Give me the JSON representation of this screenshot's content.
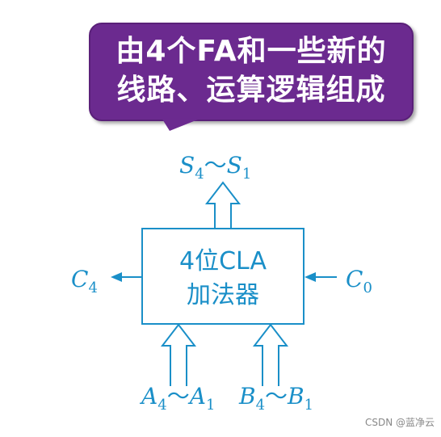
{
  "callout": {
    "line1": "由4个FA和一些新的",
    "line2": "线路、运算逻辑组成"
  },
  "block": {
    "line1": "4位CLA",
    "line2": "加法器"
  },
  "labels": {
    "sum_output": {
      "S": "S",
      "sub_hi": "4",
      "tilde": "～",
      "S2": "S",
      "sub_lo": "1"
    },
    "carry_out": {
      "C": "C",
      "sub": "4"
    },
    "carry_in": {
      "C": "C",
      "sub": "0"
    },
    "a_input": {
      "A": "A",
      "sub_hi": "4",
      "tilde": "～",
      "A2": "A",
      "sub_lo": "1"
    },
    "b_input": {
      "B": "B",
      "sub_hi": "4",
      "tilde": "～",
      "B2": "B",
      "sub_lo": "1"
    }
  },
  "watermark": "CSDN @蓝净云",
  "colors": {
    "diagram": "#1a8fc8",
    "callout_bg": "#6b2a8f",
    "callout_text": "#ffffff"
  }
}
